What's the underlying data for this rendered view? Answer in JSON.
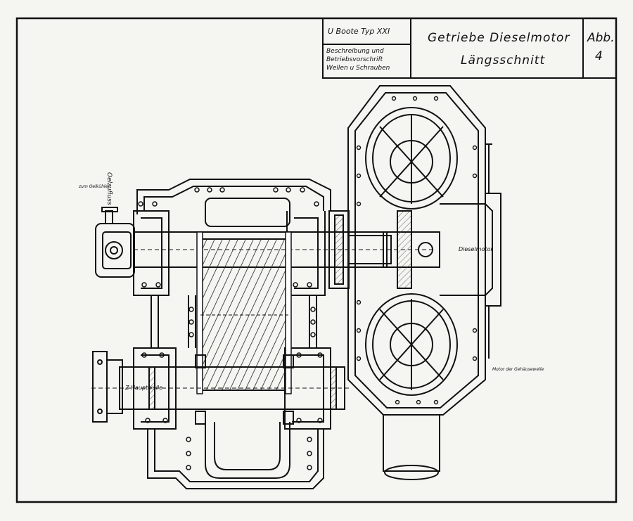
{
  "title_block": {
    "series": "U Boote Typ XXI",
    "document_lines": [
      "Beschreibung und",
      "Betriebsvorschrift",
      "Wellen u Schrauben"
    ],
    "drawing_title": "Getriebe Dieselmotor",
    "drawing_subtitle": "Längsschnitt",
    "figure_label": "Abb.",
    "figure_number": "4"
  },
  "labels": {
    "oil_feed": "Oelzufluss",
    "diesel_motor": "Dieselmotor",
    "shaft": "Z-Hauptwelle",
    "small_note_1": "zum Oelkühler",
    "small_note_2": "Motor der Gehäusewelle"
  },
  "colors": {
    "ink": "#111111",
    "paper": "#f5f5f2",
    "hatch": "#222222"
  }
}
